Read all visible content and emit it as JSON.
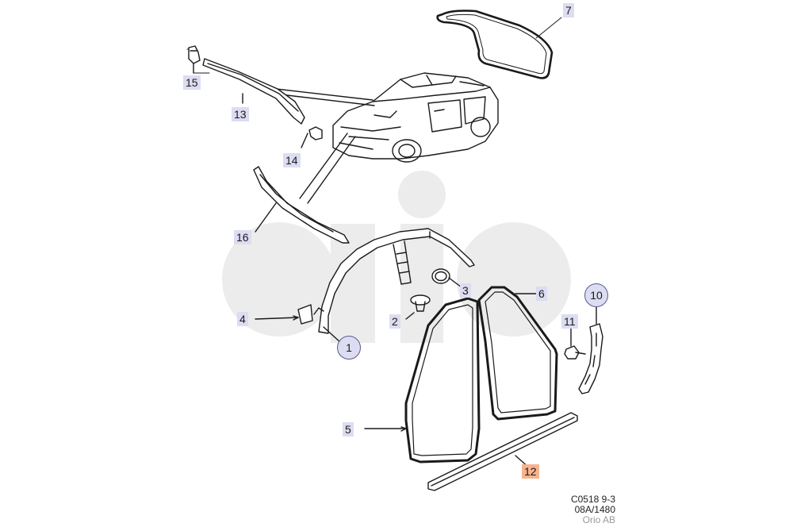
{
  "callouts": {
    "c1": "1",
    "c2": "2",
    "c3": "3",
    "c4": "4",
    "c5": "5",
    "c6": "6",
    "c7": "7",
    "c10": "10",
    "c11": "11",
    "c12": "12",
    "c13": "13",
    "c14": "14",
    "c15": "15",
    "c16": "16"
  },
  "footer": {
    "line1": "C0518 9-3",
    "line2": "08A/1480",
    "brand": "Orio AB"
  },
  "colors": {
    "line": "#1a1a1a",
    "callout_fill": "#dcdcf2",
    "callout_highlight": "#f6b38e",
    "watermark": "#e9e9e9"
  }
}
